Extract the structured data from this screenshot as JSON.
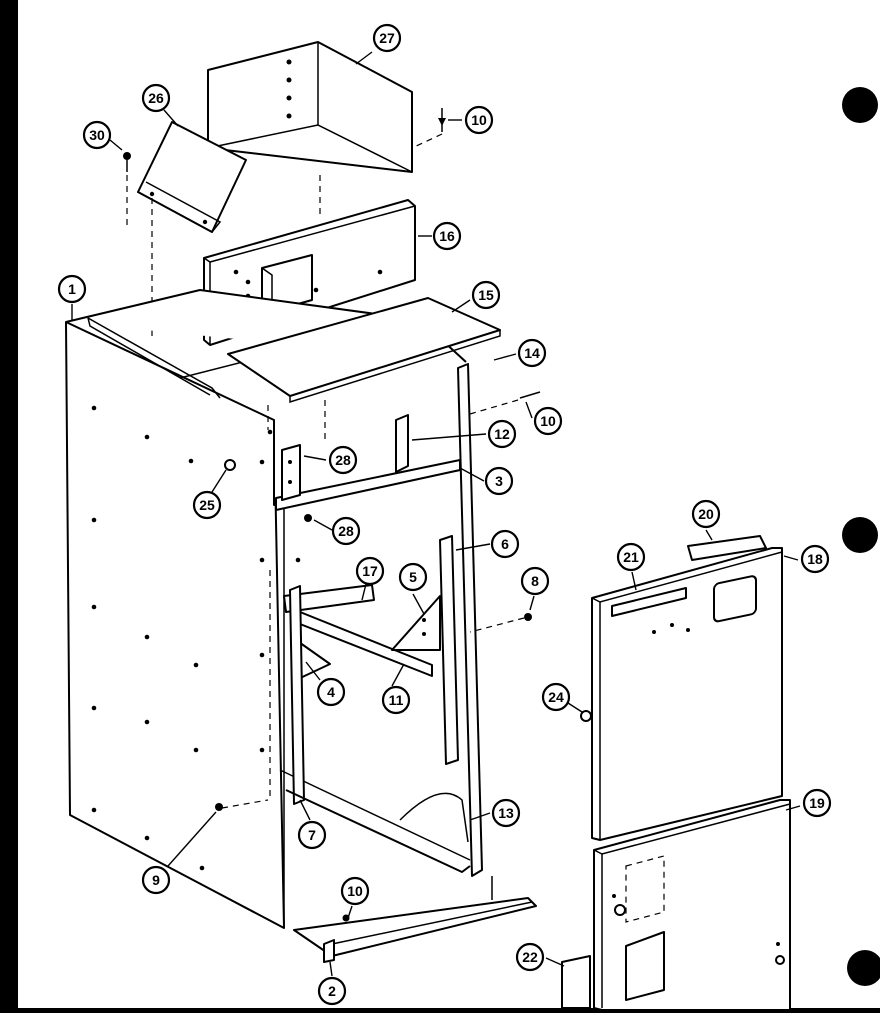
{
  "callouts": [
    {
      "id": "c1",
      "label": "1"
    },
    {
      "id": "c2",
      "label": "2"
    },
    {
      "id": "c3",
      "label": "3"
    },
    {
      "id": "c4",
      "label": "4"
    },
    {
      "id": "c5",
      "label": "5"
    },
    {
      "id": "c6",
      "label": "6"
    },
    {
      "id": "c7",
      "label": "7"
    },
    {
      "id": "c8",
      "label": "8"
    },
    {
      "id": "c9",
      "label": "9"
    },
    {
      "id": "c10a",
      "label": "10"
    },
    {
      "id": "c10b",
      "label": "10"
    },
    {
      "id": "c10c",
      "label": "10"
    },
    {
      "id": "c11",
      "label": "11"
    },
    {
      "id": "c12",
      "label": "12"
    },
    {
      "id": "c13",
      "label": "13"
    },
    {
      "id": "c14",
      "label": "14"
    },
    {
      "id": "c15",
      "label": "15"
    },
    {
      "id": "c16",
      "label": "16"
    },
    {
      "id": "c17",
      "label": "17"
    },
    {
      "id": "c18",
      "label": "18"
    },
    {
      "id": "c19",
      "label": "19"
    },
    {
      "id": "c20",
      "label": "20"
    },
    {
      "id": "c21",
      "label": "21"
    },
    {
      "id": "c22",
      "label": "22"
    },
    {
      "id": "c24",
      "label": "24"
    },
    {
      "id": "c25",
      "label": "25"
    },
    {
      "id": "c26",
      "label": "26"
    },
    {
      "id": "c27",
      "label": "27"
    },
    {
      "id": "c28a",
      "label": "28"
    },
    {
      "id": "c28b",
      "label": "28"
    },
    {
      "id": "c30",
      "label": "30"
    }
  ]
}
